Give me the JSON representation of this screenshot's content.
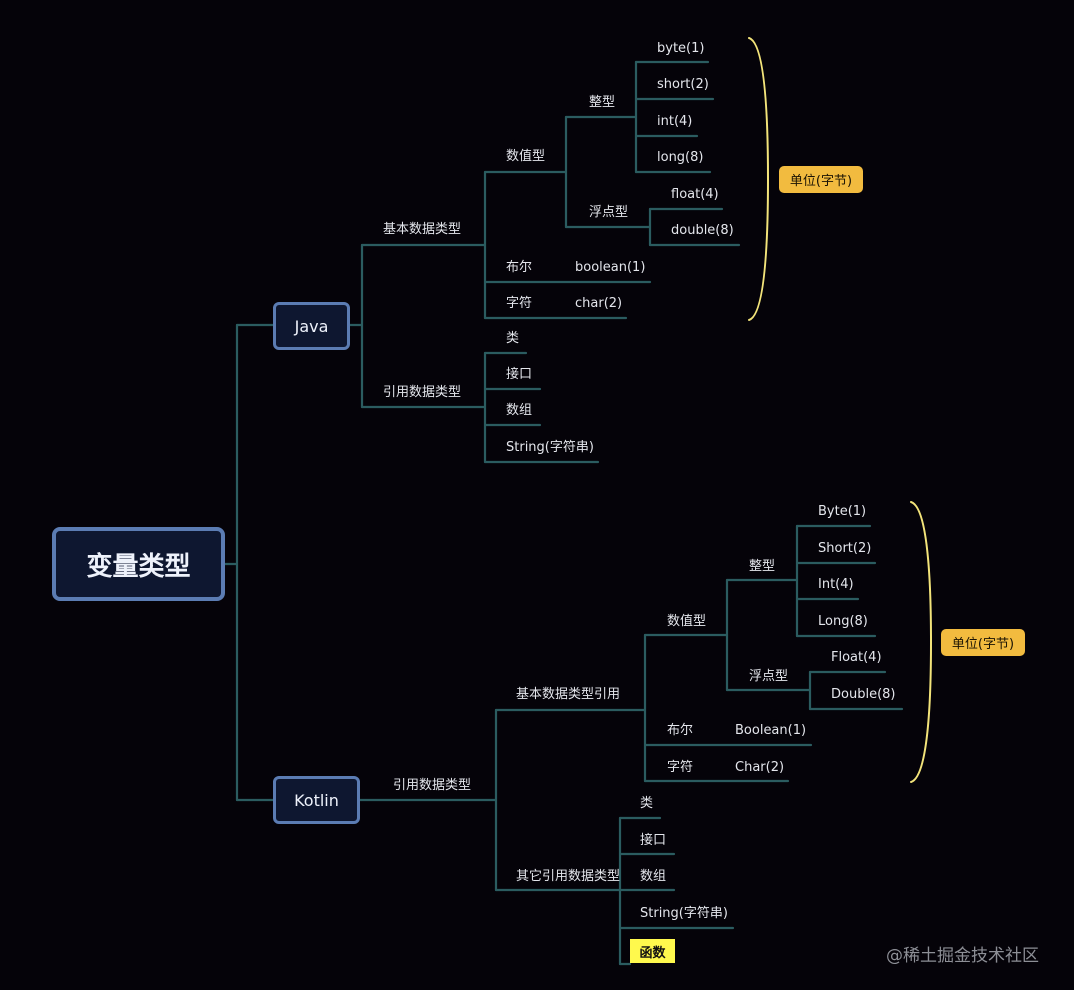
{
  "root": "变量类型",
  "java": {
    "label": "Java",
    "primitive": {
      "label": "基本数据类型",
      "numeric": {
        "label": "数值型",
        "integer": {
          "label": "整型",
          "items": [
            "byte(1)",
            "short(2)",
            "int(4)",
            "long(8)"
          ]
        },
        "floating": {
          "label": "浮点型",
          "items": [
            "float(4)",
            "double(8)"
          ]
        }
      },
      "boolean": {
        "label": "布尔",
        "value": "boolean(1)"
      },
      "char": {
        "label": "字符",
        "value": "char(2)"
      },
      "unit": "单位(字节)"
    },
    "reference": {
      "label": "引用数据类型",
      "items": [
        "类",
        "接口",
        "数组",
        "String(字符串)"
      ]
    }
  },
  "kotlin": {
    "label": "Kotlin",
    "reference": {
      "label": "引用数据类型",
      "primitive_ref": {
        "label": "基本数据类型引用",
        "numeric": {
          "label": "数值型",
          "integer": {
            "label": "整型",
            "items": [
              "Byte(1)",
              "Short(2)",
              "Int(4)",
              "Long(8)"
            ]
          },
          "floating": {
            "label": "浮点型",
            "items": [
              "Float(4)",
              "Double(8)"
            ]
          }
        },
        "boolean": {
          "label": "布尔",
          "value": "Boolean(1)"
        },
        "char": {
          "label": "字符",
          "value": "Char(2)"
        },
        "unit": "单位(字节)"
      },
      "other": {
        "label": "其它引用数据类型",
        "items": [
          "类",
          "接口",
          "数组",
          "String(字符串)"
        ],
        "highlight": "函数"
      }
    }
  },
  "watermark": "@稀土掘金技术社区",
  "colors": {
    "background": "#050309",
    "branch": "#2b5c60",
    "bracket": "#f3e47a",
    "unit": "#f2bb3f",
    "highlight": "#fff94d",
    "node_border": "#5b7cb3"
  }
}
